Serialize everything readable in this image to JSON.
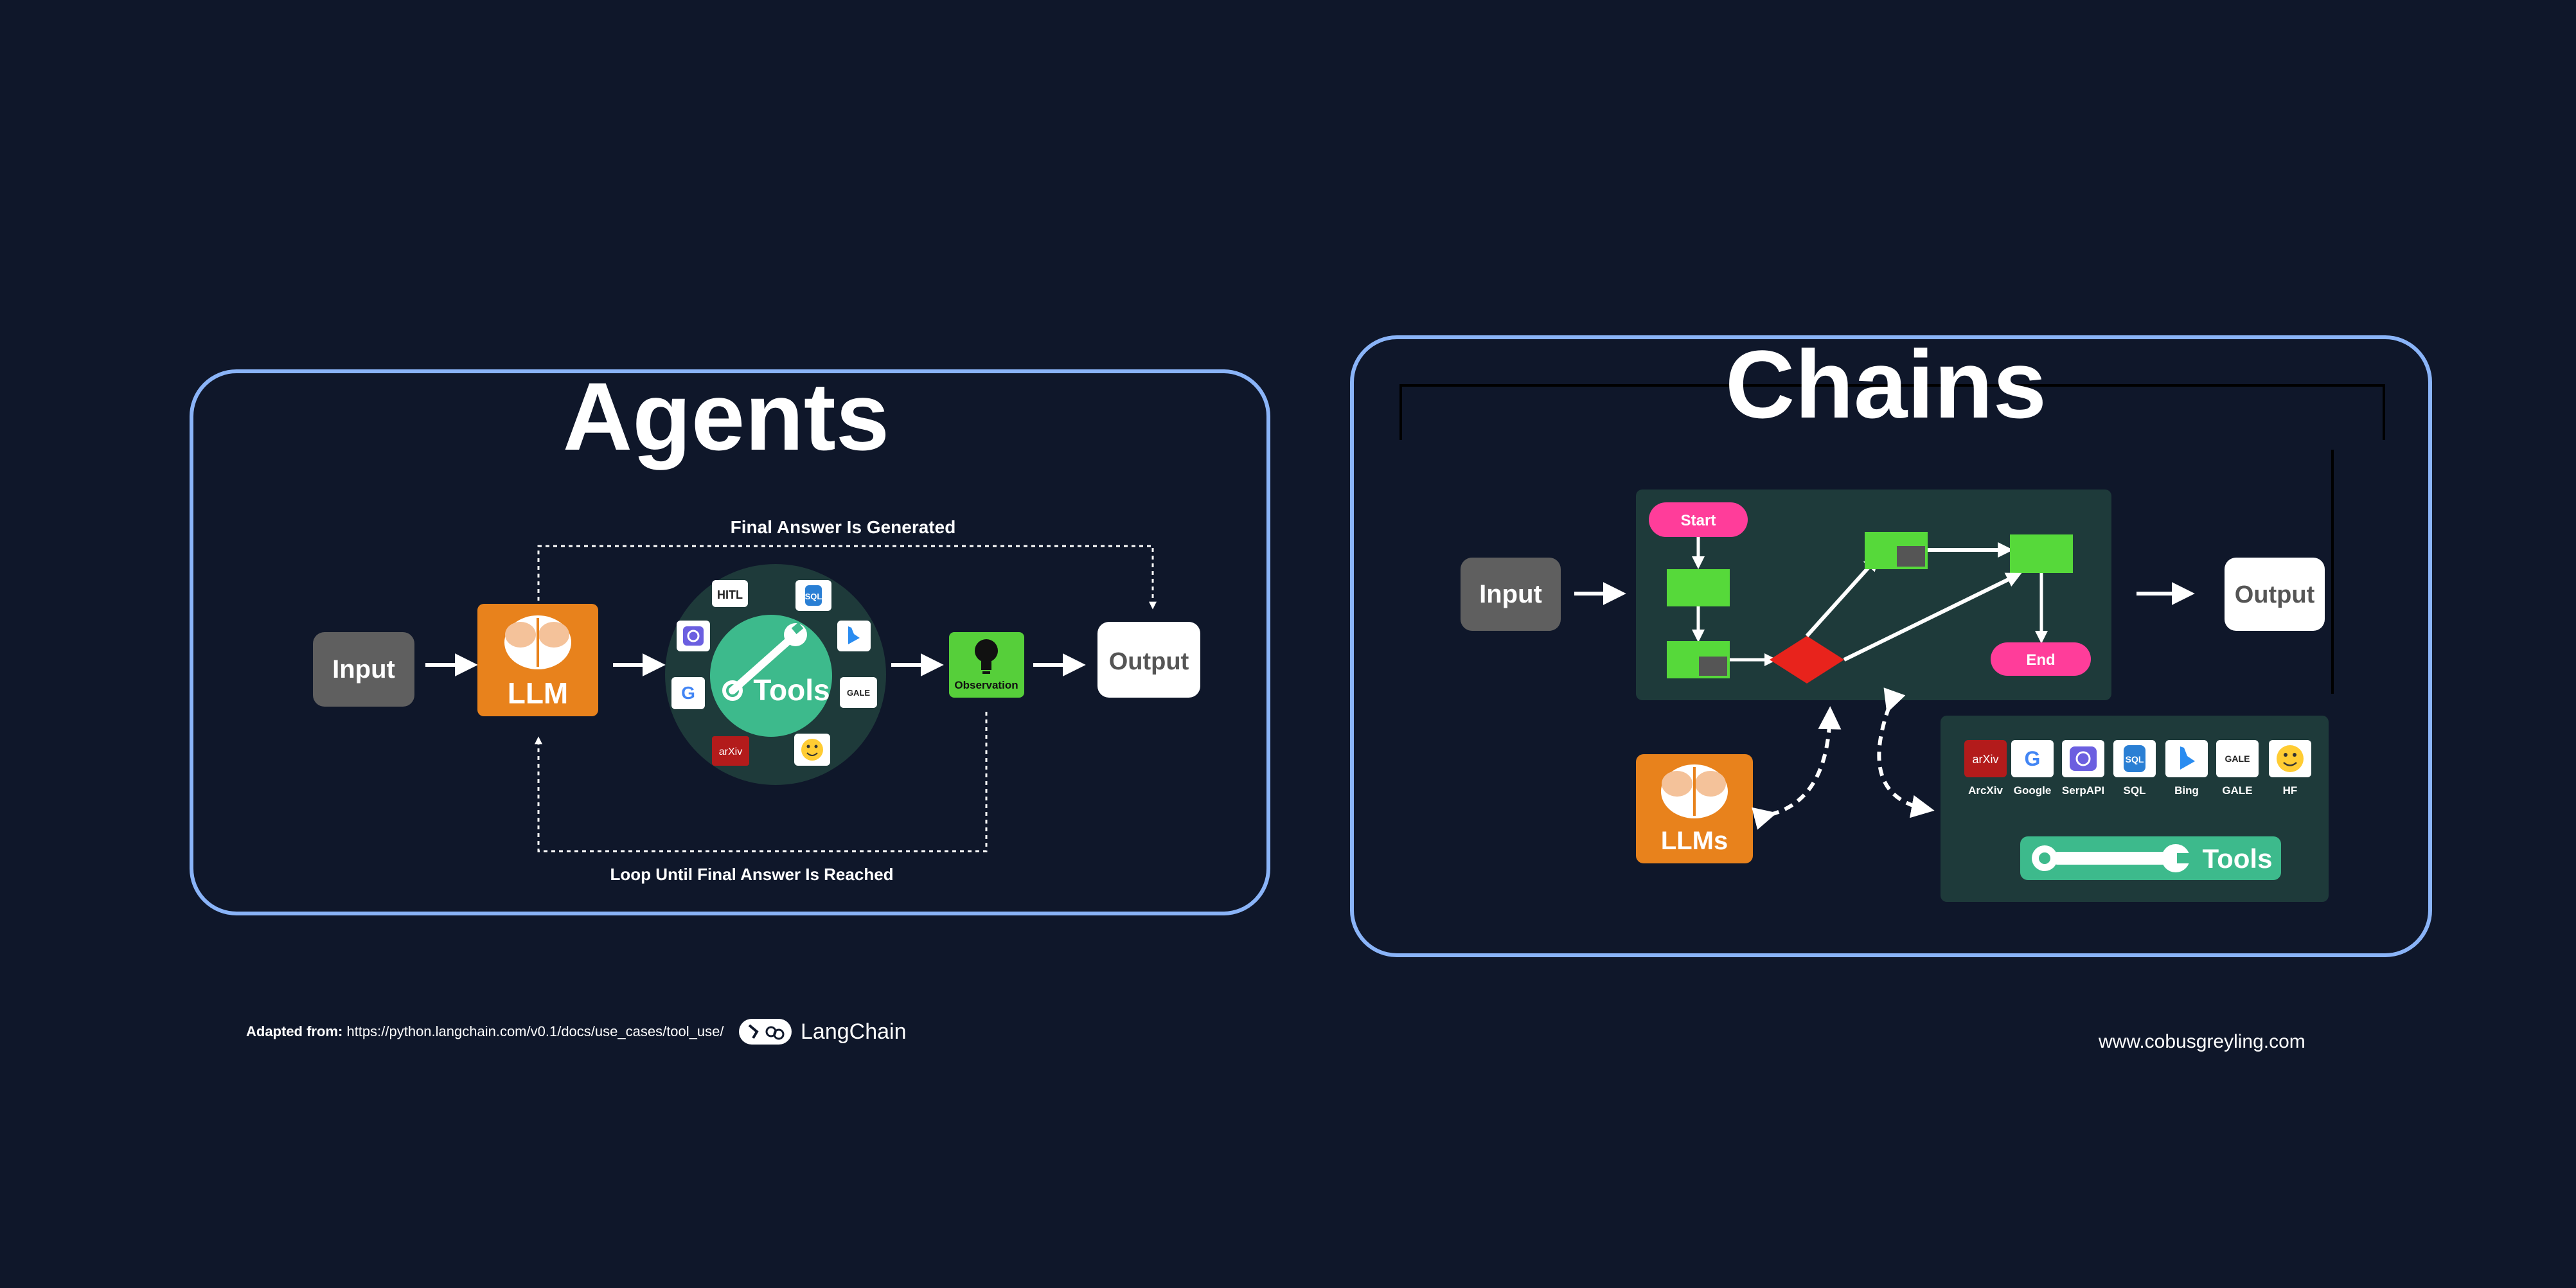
{
  "agents": {
    "title": "Agents",
    "input": "Input",
    "llm": "LLM",
    "tools": "Tools",
    "observation": "Observation",
    "output": "Output",
    "final_answer_label": "Final Answer Is Generated",
    "loop_label": "Loop Until Final Answer Is Reached",
    "tool_icons": {
      "hitl": "HITL",
      "sql": "SQL",
      "arxiv": "arXiv",
      "gale": "GALE",
      "google": "G",
      "serpapi": "serpapi-icon",
      "bing": "bing-icon",
      "huggingface": "huggingface-icon"
    }
  },
  "chains": {
    "title": "Chains",
    "input": "Input",
    "output": "Output",
    "flow": {
      "start": "Start",
      "end": "End"
    },
    "llms": "LLMs",
    "tools_label": "Tools",
    "tool_icons": [
      {
        "label": "ArcXiv",
        "icon": "arXiv"
      },
      {
        "label": "Google",
        "icon": "G"
      },
      {
        "label": "SerpAPI",
        "icon": "serpapi-icon"
      },
      {
        "label": "SQL",
        "icon": "SQL"
      },
      {
        "label": "Bing",
        "icon": "bing-icon"
      },
      {
        "label": "GALE",
        "icon": "GALE"
      },
      {
        "label": "HF",
        "icon": "huggingface-icon"
      }
    ]
  },
  "footer": {
    "adapted_prefix": "Adapted from:",
    "adapted_url": "https://python.langchain.com/v0.1/docs/use_cases/tool_use/",
    "brand": "LangChain",
    "website": "www.cobusgreyling.com"
  },
  "colors": {
    "background": "#0f172a",
    "frame_border": "#8ab4f8",
    "input_box": "#5f5f5f",
    "llm_orange": "#e8821c",
    "tools_circle": "#1e3a3a",
    "tools_green": "#3dba8c",
    "observation_green": "#56cf3a",
    "flow_panel": "#1e3a3a",
    "flow_green": "#56d93a",
    "start_end_pink": "#ff3d9a",
    "decision_red": "#e8231c"
  }
}
